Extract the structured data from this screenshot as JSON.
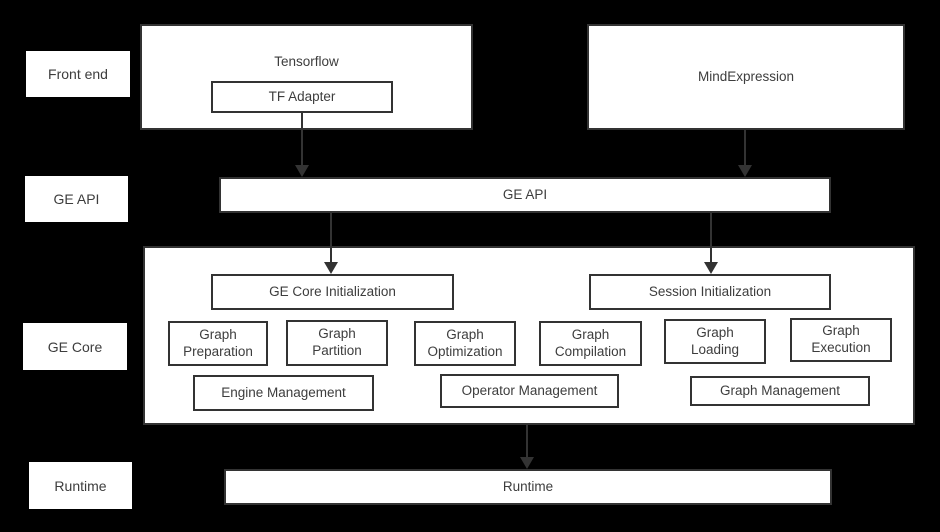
{
  "theme": {
    "canvas_bg": "#000000",
    "box_bg": "#ffffff",
    "border_color": "#333333",
    "text_color": "#3d3d3d",
    "arrow_color": "#333333"
  },
  "row_labels": [
    {
      "label": "Front end"
    },
    {
      "label": "GE API"
    },
    {
      "label": "GE Core"
    },
    {
      "label": "Runtime"
    }
  ],
  "front_end": {
    "tensorflow": {
      "title": "Tensorflow",
      "adapter_label": "TF Adapter"
    },
    "mind_expression": {
      "title": "MindExpression"
    }
  },
  "ge_api_bar": {
    "label": "GE API"
  },
  "ge_core": {
    "init_boxes": [
      {
        "label": "GE Core Initialization"
      },
      {
        "label": "Session Initialization"
      }
    ],
    "stage_boxes": [
      {
        "label": "Graph Preparation"
      },
      {
        "label": "Graph Partition"
      },
      {
        "label": "Graph Optimization"
      },
      {
        "label": "Graph Compilation"
      },
      {
        "label": "Graph Loading"
      },
      {
        "label": "Graph Execution"
      }
    ],
    "management_boxes": [
      {
        "label": "Engine Management"
      },
      {
        "label": "Operator Management"
      },
      {
        "label": "Graph Management"
      }
    ]
  },
  "runtime_bar": {
    "label": "Runtime"
  },
  "arrows": [
    {
      "from": "tf_adapter",
      "to": "ge_api"
    },
    {
      "from": "mind_expression",
      "to": "ge_api"
    },
    {
      "from": "ge_api",
      "to": "ge_core_initialization"
    },
    {
      "from": "ge_api",
      "to": "session_initialization"
    },
    {
      "from": "ge_core",
      "to": "runtime"
    }
  ]
}
